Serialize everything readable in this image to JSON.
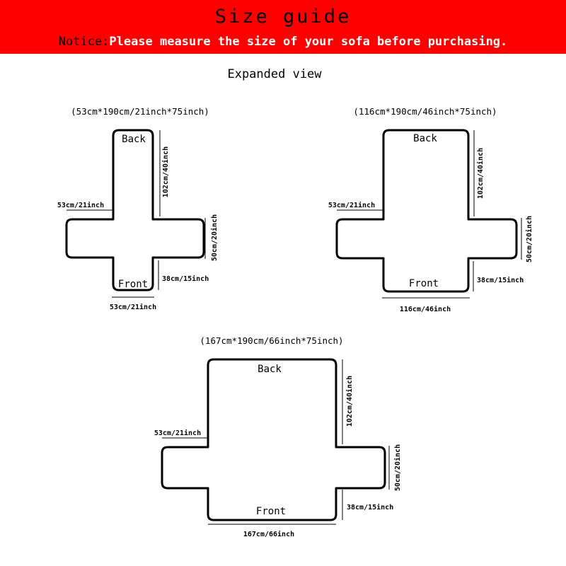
{
  "header": {
    "title": "Size guide",
    "notice_label": "Notice:",
    "notice_text": "Please measure the size of your sofa before purchasing.",
    "bg_color": "#ff0000"
  },
  "subtitle": "Expanded view",
  "diagrams": [
    {
      "caption": "(53cm*190cm/21inch*75inch)",
      "back": "Back",
      "front": "Front",
      "back_height": "102cm/40inch",
      "arm_width": "53cm/21inch",
      "arm_height": "50cm/20inch",
      "front_height": "38cm/15inch",
      "seat_width": "53cm/21inch"
    },
    {
      "caption": "(116cm*190cm/46inch*75inch)",
      "back": "Back",
      "front": "Front",
      "back_height": "102cm/40inch",
      "arm_width": "53cm/21inch",
      "arm_height": "50cm/20inch",
      "front_height": "38cm/15inch",
      "seat_width": "116cm/46inch"
    },
    {
      "caption": "(167cm*190cm/66inch*75inch)",
      "back": "Back",
      "front": "Front",
      "back_height": "102cm/40inch",
      "arm_width": "53cm/21inch",
      "arm_height": "50cm/20inch",
      "front_height": "38cm/15inch",
      "seat_width": "167cm/66inch"
    }
  ]
}
